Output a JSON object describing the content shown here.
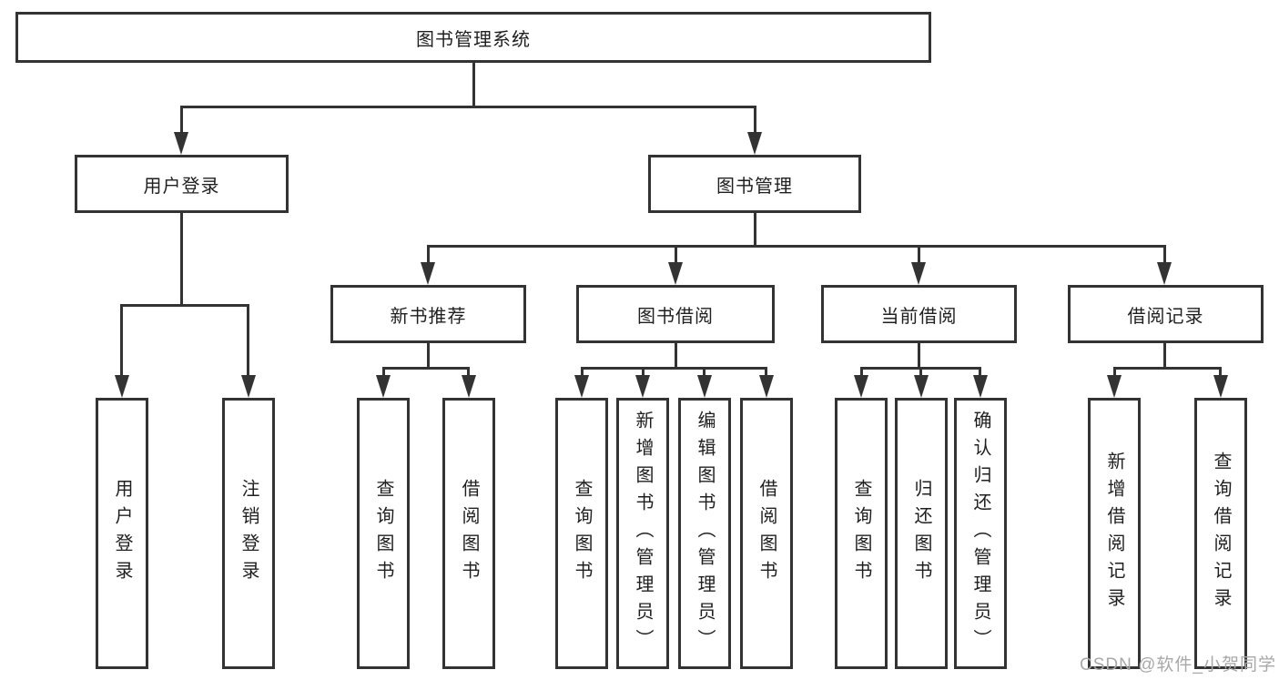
{
  "root": {
    "label": "图书管理系统"
  },
  "level1": [
    {
      "id": "user-login",
      "label": "用户登录"
    },
    {
      "id": "book-management",
      "label": "图书管理"
    }
  ],
  "level2": [
    {
      "id": "new-book-recommend",
      "label": "新书推荐"
    },
    {
      "id": "book-borrow",
      "label": "图书借阅"
    },
    {
      "id": "current-borrow",
      "label": "当前借阅"
    },
    {
      "id": "borrow-records",
      "label": "借阅记录"
    }
  ],
  "leaves": [
    {
      "id": "user-login-action",
      "parent": "用户登录",
      "label": "用户登录"
    },
    {
      "id": "logout-action",
      "parent": "用户登录",
      "label": "注销登录"
    },
    {
      "id": "recommend-query-books",
      "parent": "新书推荐",
      "label": "查询图书"
    },
    {
      "id": "recommend-borrow-books",
      "parent": "新书推荐",
      "label": "借阅图书"
    },
    {
      "id": "borrow-query-books",
      "parent": "图书借阅",
      "label": "查询图书"
    },
    {
      "id": "borrow-add-books",
      "parent": "图书借阅",
      "label": "新增图书（管理员）"
    },
    {
      "id": "borrow-edit-books",
      "parent": "图书借阅",
      "label": "编辑图书（管理员）"
    },
    {
      "id": "borrow-borrow-books",
      "parent": "图书借阅",
      "label": "借阅图书"
    },
    {
      "id": "current-query-books",
      "parent": "当前借阅",
      "label": "查询图书"
    },
    {
      "id": "current-return-books",
      "parent": "当前借阅",
      "label": "归还图书"
    },
    {
      "id": "current-confirm-return",
      "parent": "当前借阅",
      "label": "确认归还（管理员）"
    },
    {
      "id": "records-add-record",
      "parent": "借阅记录",
      "label": "新增借阅记录"
    },
    {
      "id": "records-query-record",
      "parent": "借阅记录",
      "label": "查询借阅记录"
    }
  ],
  "watermark": {
    "text": "CSDN @软件_小贺同学"
  },
  "colors": {
    "line": "#333333",
    "text": "#1f1f1f",
    "background": "#ffffff",
    "watermark": "#a8a8a8"
  }
}
